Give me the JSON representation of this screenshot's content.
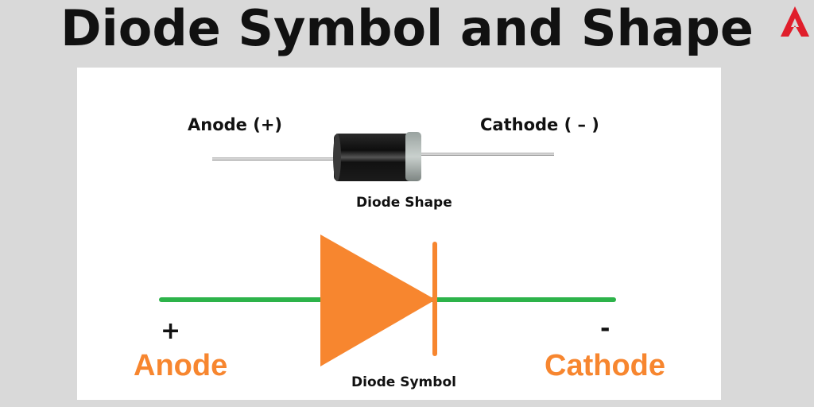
{
  "header": {
    "title": "Diode Symbol and Shape",
    "logo_icon": "brand-a-logo-icon",
    "logo_color": "#e01e2b"
  },
  "diode_photo": {
    "anode_label": "Anode (+)",
    "cathode_label": "Cathode ( – )",
    "caption": "Diode Shape"
  },
  "diode_symbol": {
    "plus_sign": "+",
    "minus_sign": "-",
    "anode_label": "Anode",
    "cathode_label": "Cathode",
    "caption": "Diode Symbol",
    "triangle_color": "#f7862f",
    "wire_color": "#2db34a"
  },
  "colors": {
    "background": "#d9d9d9",
    "panel": "#ffffff",
    "accent_orange": "#f7862f"
  }
}
